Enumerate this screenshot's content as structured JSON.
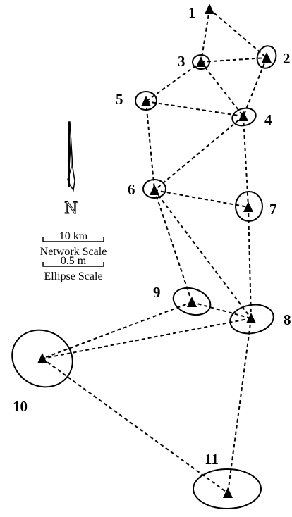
{
  "network": {
    "stations": [
      {
        "id": "1",
        "label": "1"
      },
      {
        "id": "2",
        "label": "2"
      },
      {
        "id": "3",
        "label": "3"
      },
      {
        "id": "4",
        "label": "4"
      },
      {
        "id": "5",
        "label": "5"
      },
      {
        "id": "6",
        "label": "6"
      },
      {
        "id": "7",
        "label": "7"
      },
      {
        "id": "8",
        "label": "8"
      },
      {
        "id": "9",
        "label": "9"
      },
      {
        "id": "10",
        "label": "10"
      },
      {
        "id": "11",
        "label": "11"
      }
    ],
    "baselines": [
      [
        "1",
        "3"
      ],
      [
        "1",
        "2"
      ],
      [
        "3",
        "2"
      ],
      [
        "3",
        "5"
      ],
      [
        "3",
        "4"
      ],
      [
        "2",
        "4"
      ],
      [
        "5",
        "4"
      ],
      [
        "5",
        "6"
      ],
      [
        "4",
        "6"
      ],
      [
        "4",
        "7"
      ],
      [
        "6",
        "7"
      ],
      [
        "6",
        "9"
      ],
      [
        "6",
        "8"
      ],
      [
        "9",
        "8"
      ],
      [
        "7",
        "8"
      ],
      [
        "9",
        "10"
      ],
      [
        "8",
        "10"
      ],
      [
        "10",
        "11"
      ],
      [
        "8",
        "11"
      ]
    ]
  },
  "legend": {
    "north_label": "N",
    "network_scale_value": "10 km",
    "network_scale_label": "Network Scale",
    "ellipse_scale_value": "0.5 m",
    "ellipse_scale_label": "Ellipse Scale"
  }
}
